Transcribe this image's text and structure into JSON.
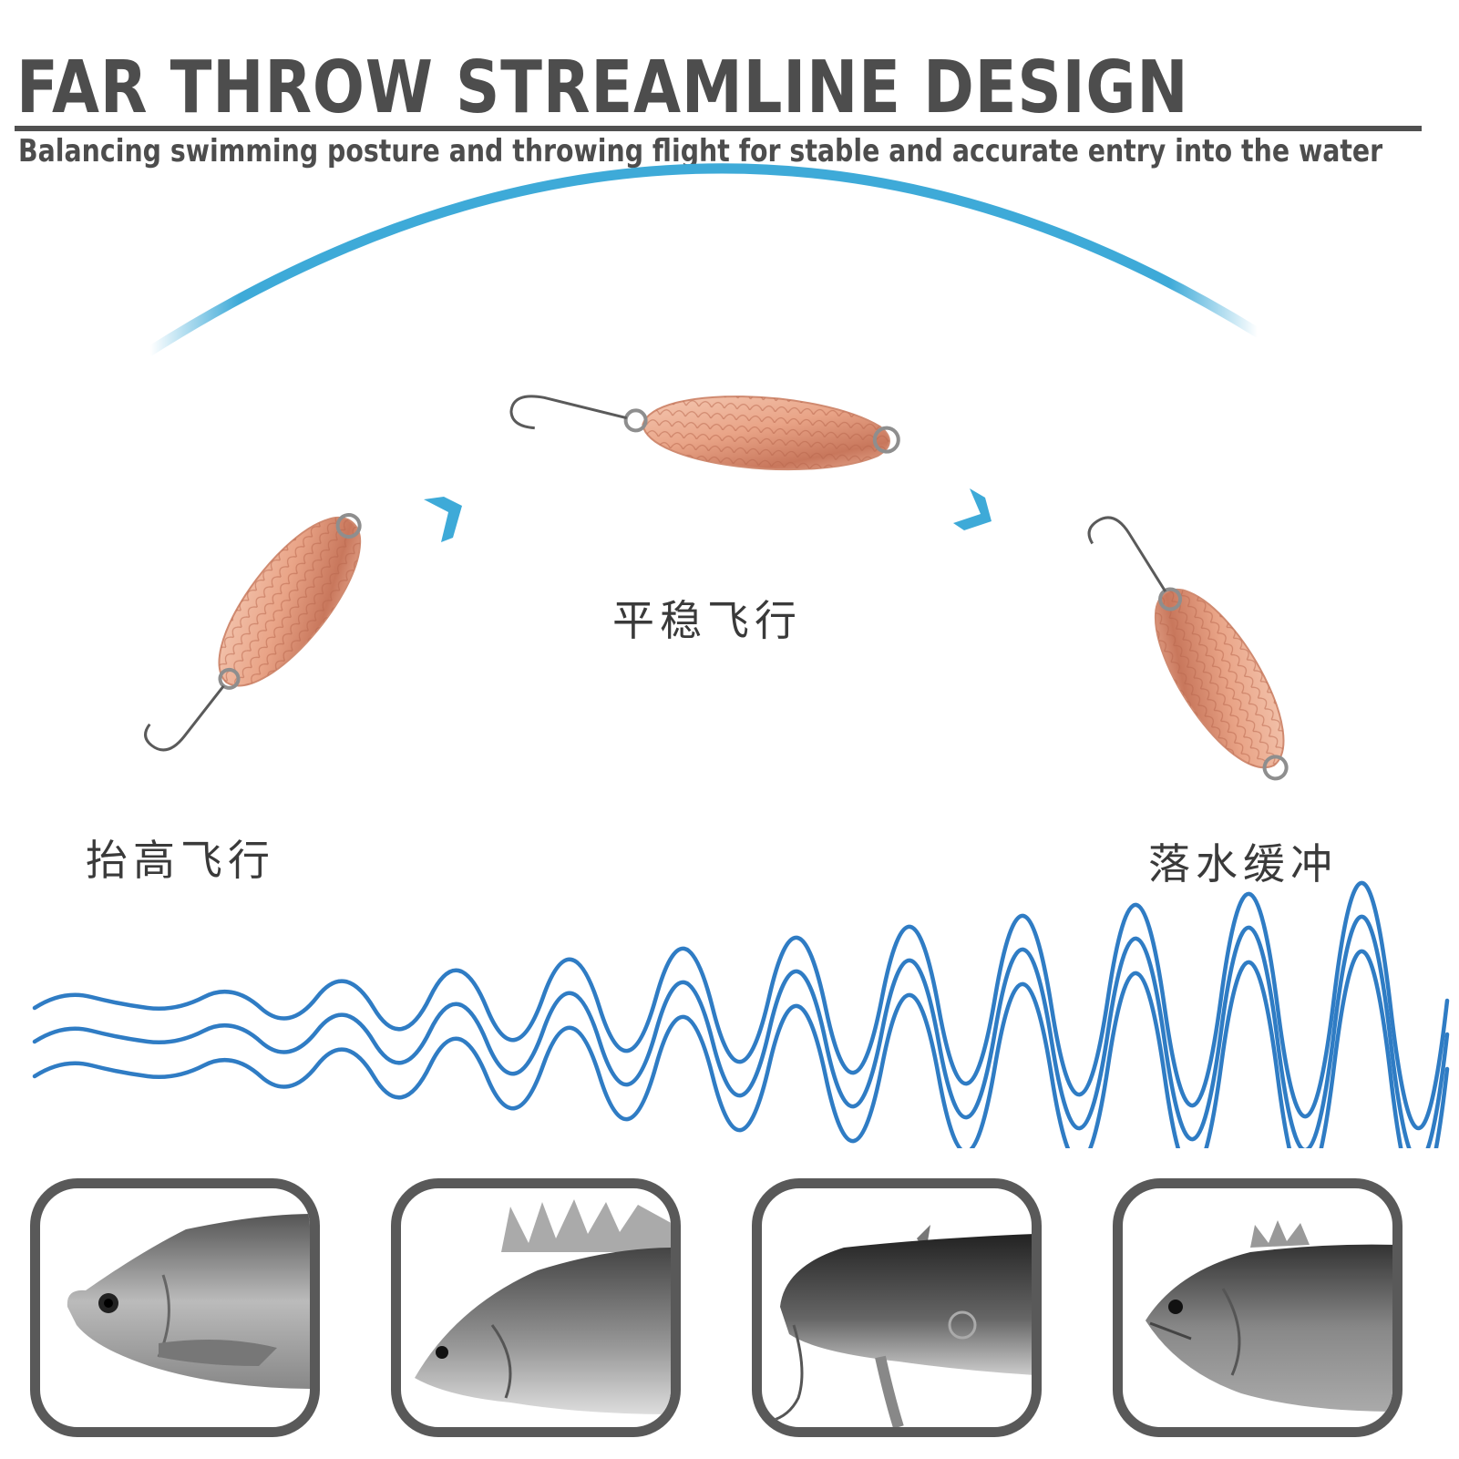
{
  "header": {
    "title": "FAR THROW STREAMLINE DESIGN",
    "subtitle": "Balancing swimming posture and throwing flight for stable and accurate entry into the water"
  },
  "flight_stages": [
    {
      "label": "抬高飞行",
      "meaning": "Lift flight",
      "icon": "spoon-lure-rising"
    },
    {
      "label": "平稳飞行",
      "meaning": "Stable flight",
      "icon": "spoon-lure-level"
    },
    {
      "label": "落水缓冲",
      "meaning": "Water entry buffer",
      "icon": "spoon-lure-falling"
    }
  ],
  "decorations": {
    "arc_color": "#3eaad8",
    "arrow_color": "#3eaad8",
    "wave_color": "#2f7cc4",
    "wave_count": 3,
    "lure_color": "#e8a88e",
    "text_color": "#4d4d4d",
    "card_border_color": "#595959"
  },
  "target_fish": [
    {
      "icon": "carp-fish-image"
    },
    {
      "icon": "perch-fish-image"
    },
    {
      "icon": "catfish-image"
    },
    {
      "icon": "bass-fish-image"
    }
  ]
}
